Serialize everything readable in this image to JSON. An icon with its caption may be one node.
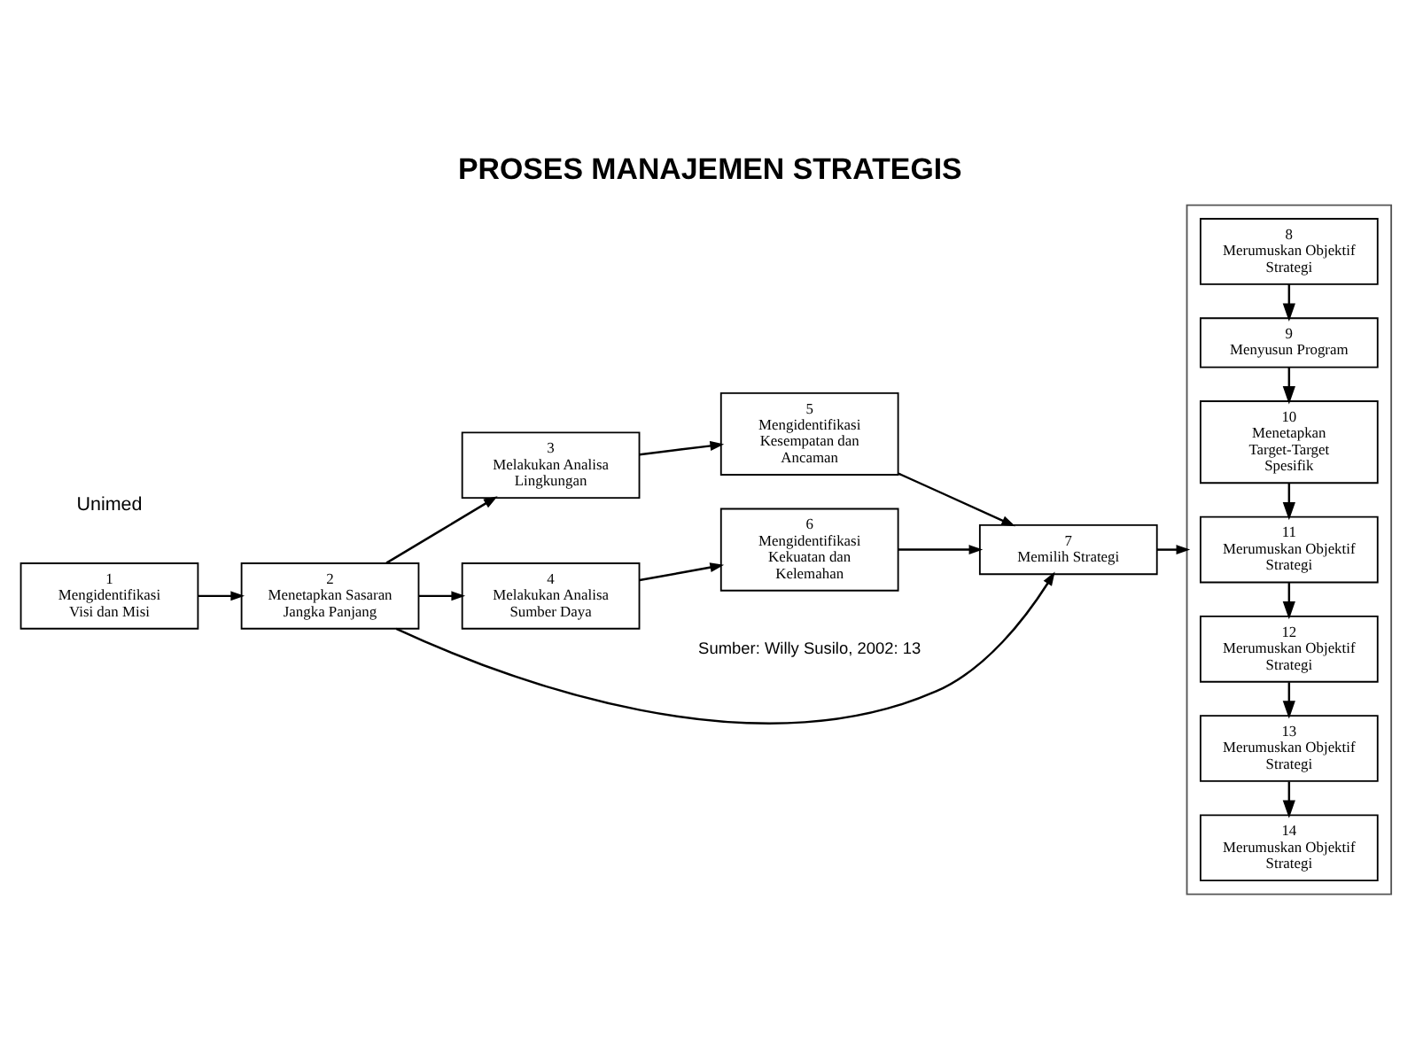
{
  "diagram": {
    "title": "PROSES MANAJEMEN STRATEGIS",
    "caption": "Sumber: Willy Susilo, 2002: 13",
    "nodes": [
      {
        "text": [
          "1",
          "Mengidentifikasi Visi dan Misi"
        ]
      },
      {
        "text": [
          "2",
          "Menetapkan Sasaran Jangka Panjang"
        ]
      },
      {
        "text": [
          "3",
          "Melakukan Analisa Lingkungan"
        ]
      },
      {
        "text": [
          "4",
          "Melakukan Analisa Sumber Daya"
        ]
      },
      {
        "text": [
          "5",
          "Mengidentifikasi Kesempatan dan Ancaman"
        ]
      },
      {
        "text": [
          "6",
          "Mengidentifikasi Kekuatan dan Kelemahan"
        ]
      },
      {
        "text": [
          "7",
          "Memilih Strategi"
        ]
      },
      {
        "text": [],
        "shape": "box"
      },
      {
        "text": [
          "8",
          "Merumuskan Objektif Strategi"
        ],
        "in": 7
      },
      {
        "text": [
          "9",
          "Menyusun Program"
        ],
        "in": 7
      },
      {
        "text": [
          "10",
          "Menetapkan Target-Target Spesifik"
        ],
        "in": 7
      },
      {
        "text": [
          "11",
          "Merumuskan Objektif Strategi"
        ],
        "in": 7
      },
      {
        "text": [
          "12",
          "Merumuskan Objektif Strategi"
        ],
        "in": 7
      },
      {
        "text": [
          "13",
          "Merumuskan Objektif Strategi"
        ],
        "in": 7
      },
      {
        "text": [
          "14",
          "Merumuskan Objektif Strategi"
        ],
        "in": 7
      }
    ],
    "edges": [
      {
        "from": 0,
        "to": 1,
        "arrow": "to"
      },
      {
        "from": 1,
        "to": 2,
        "arrow": "to"
      },
      {
        "from": 1,
        "to": 3,
        "arrow": "to"
      },
      {
        "from": 1,
        "to": 6,
        "arrow": "to"
      },
      {
        "from": 2,
        "to": 4,
        "arrow": "to"
      },
      {
        "from": 4,
        "to": 6,
        "arrow": "to"
      },
      {
        "from": 3,
        "to": 5,
        "arrow": "to"
      },
      {
        "from": 5,
        "to": 6,
        "arrow": "to"
      },
      {
        "from": 6,
        "to": 7,
        "arrow": "to"
      },
      {
        "from": 8,
        "to": 9,
        "arrow": "to"
      },
      {
        "from": 9,
        "to": 10,
        "arrow": "to"
      },
      {
        "from": 10,
        "to": 11,
        "arrow": "to"
      },
      {
        "from": 11,
        "to": 12,
        "arrow": "to"
      },
      {
        "from": 12,
        "to": 13,
        "arrow": "to"
      },
      {
        "from": 13,
        "to": 14,
        "arrow": "to"
      }
    ],
    "labels": [
      "Unimed"
    ]
  }
}
